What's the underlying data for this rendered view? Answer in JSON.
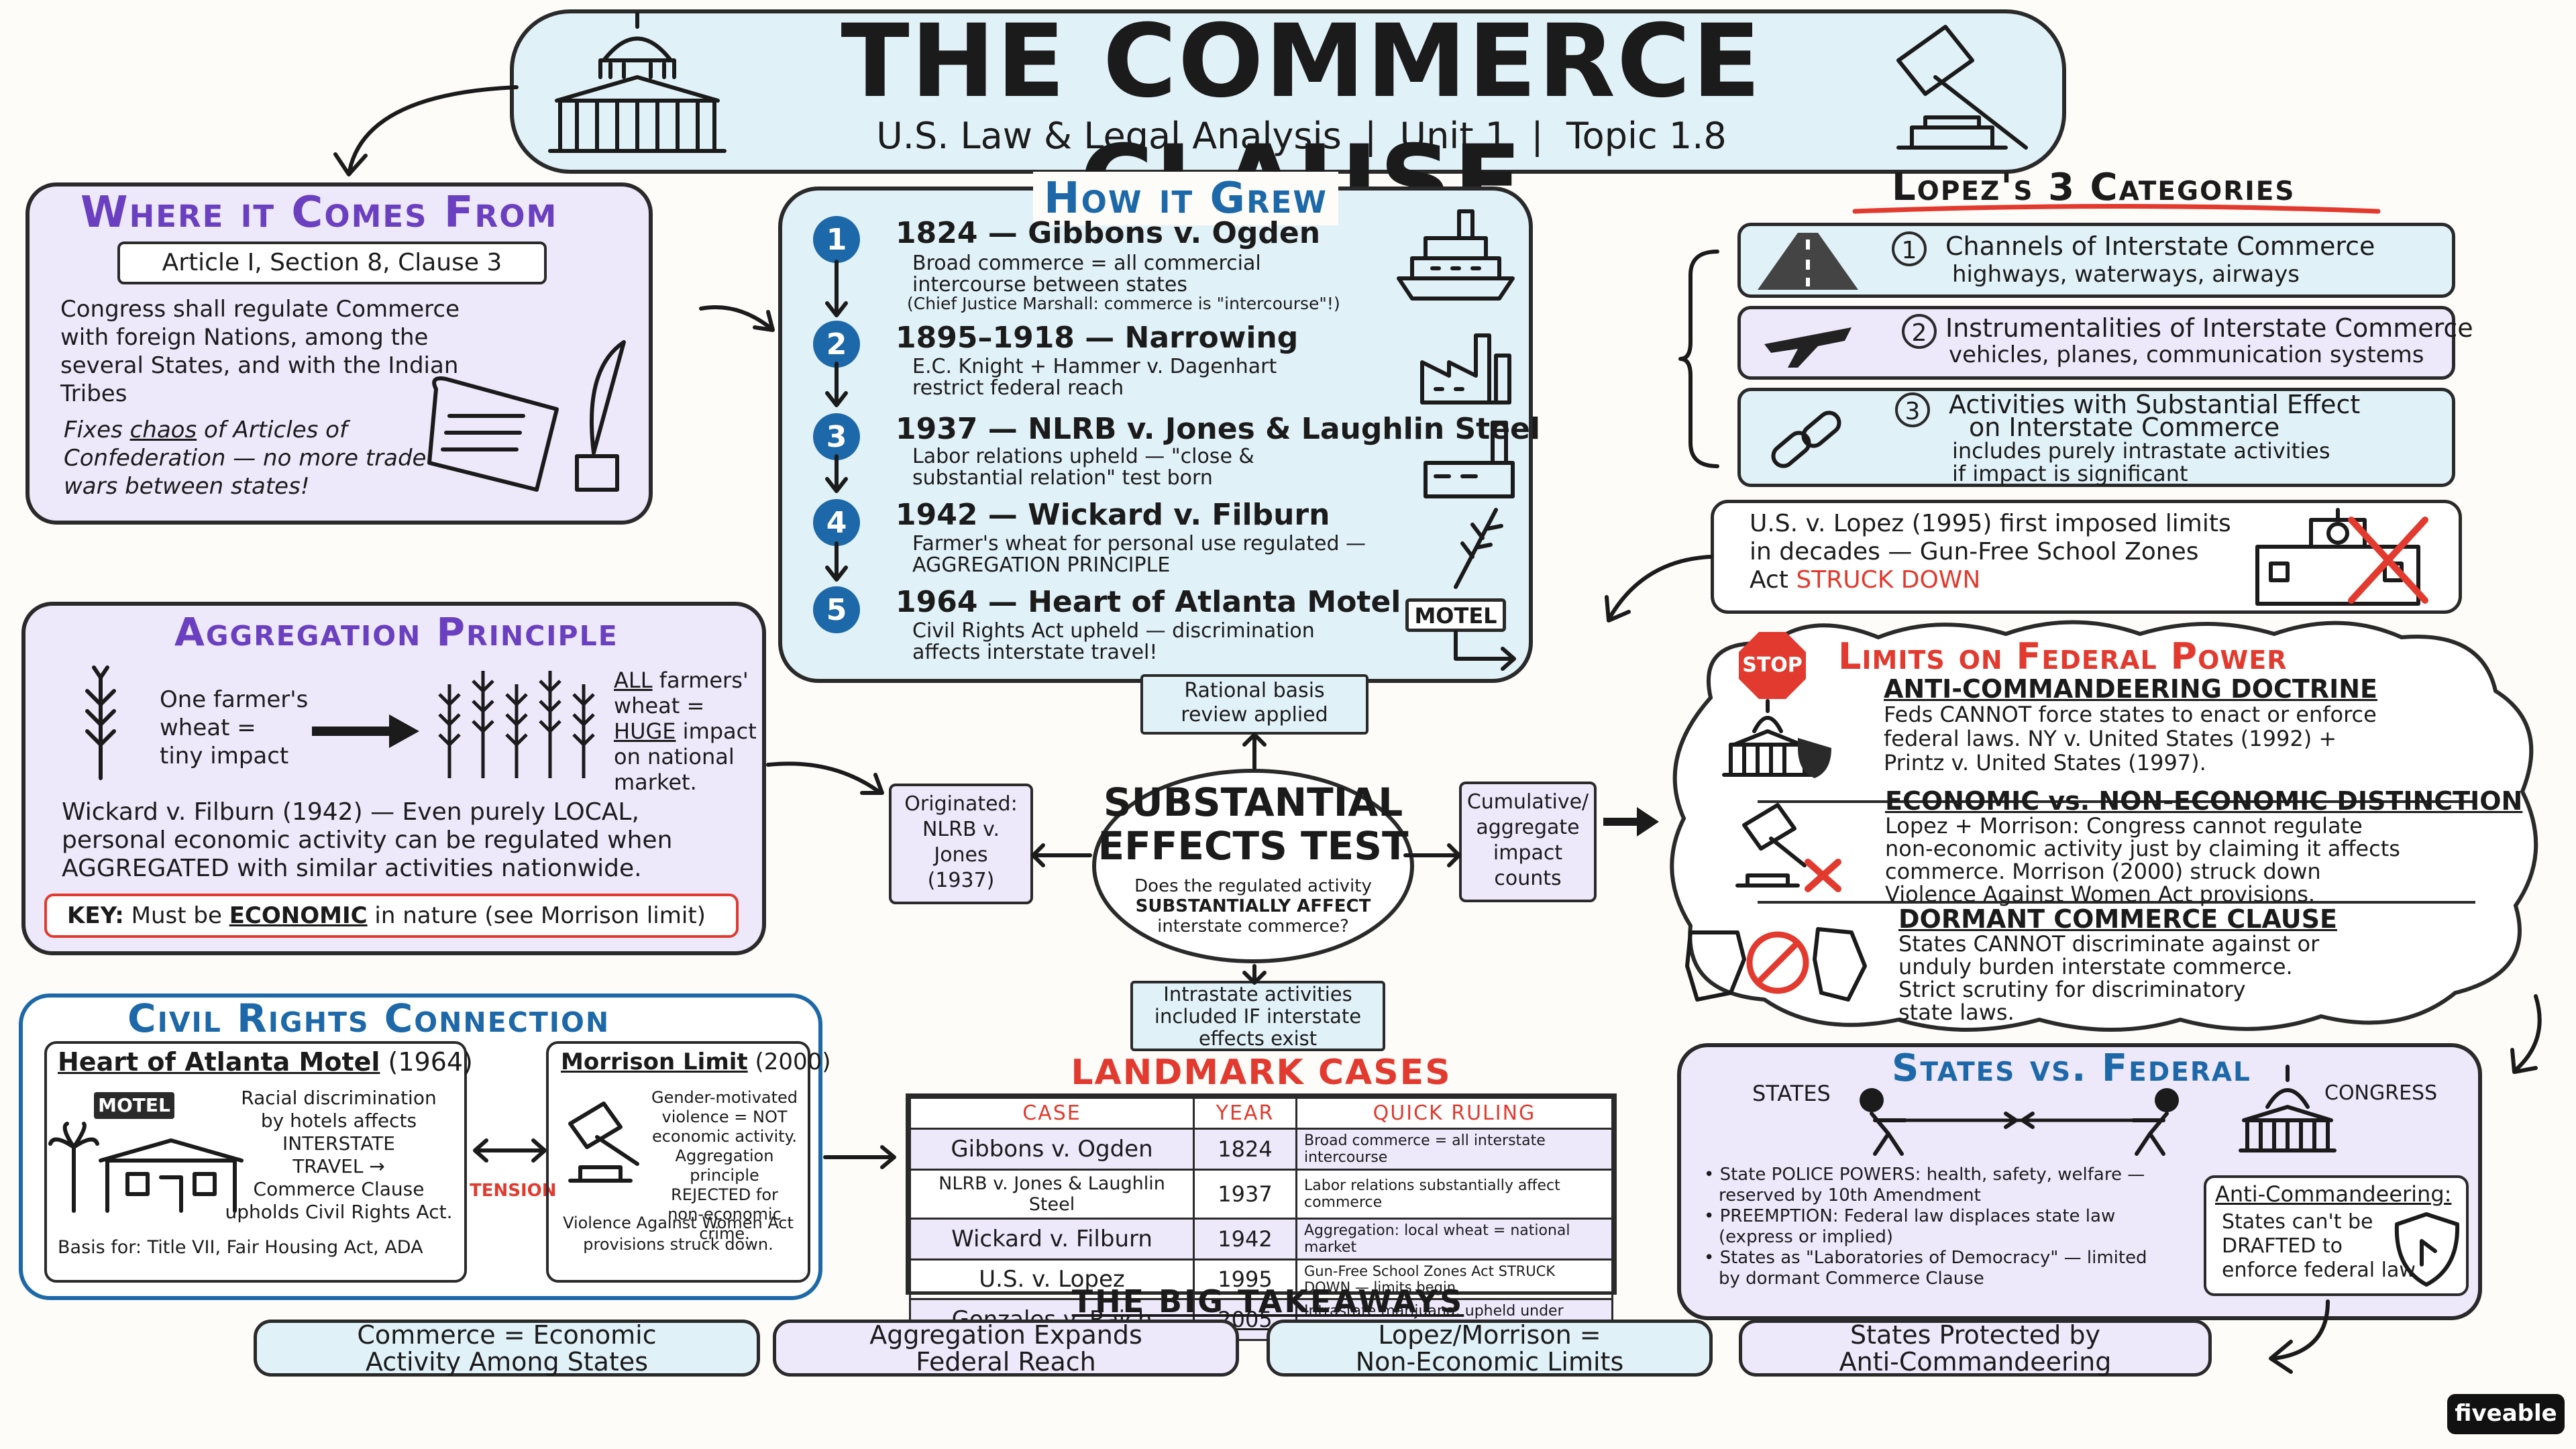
{
  "header": {
    "title": "THE COMMERCE CLAUSE",
    "subtitle": "U.S. Law & Legal Analysis  |  Unit 1  |  Topic 1.8"
  },
  "where": {
    "title": "Where it Comes From",
    "citation": "Article I, Section 8, Clause 3",
    "quote": "Congress shall regulate Commerce with foreign Nations, among the several States, and with the Indian Tribes",
    "note_pre": "Fixes ",
    "note_link": "chaos",
    "note_post": " of Articles of Confederation — no more trade wars between states!"
  },
  "grew": {
    "title": "How it Grew",
    "items": [
      {
        "num": "1",
        "head": "1824 — Gibbons v. Ogden",
        "line1": "Broad commerce = all commercial",
        "line2": "intercourse between states",
        "line3": "(Chief Justice Marshall: commerce is \"intercourse\"!)"
      },
      {
        "num": "2",
        "head": "1895–1918 — Narrowing",
        "line1": "E.C. Knight + Hammer v. Dagenhart",
        "line2": "restrict federal reach",
        "line3": ""
      },
      {
        "num": "3",
        "head": "1937 — NLRB v. Jones & Laughlin Steel",
        "line1": "Labor relations upheld — \"close &",
        "line2": "substantial relation\" test born",
        "line3": ""
      },
      {
        "num": "4",
        "head": "1942 — Wickard v. Filburn",
        "line1": "Farmer's wheat for personal use regulated —",
        "line2": "AGGREGATION PRINCIPLE",
        "line3": ""
      },
      {
        "num": "5",
        "head": "1964 — Heart of Atlanta Motel",
        "line1": "Civil Rights Act upheld — discrimination",
        "line2": "affects interstate travel!",
        "line3": ""
      }
    ],
    "motel_sign": "MOTEL"
  },
  "lopez": {
    "title": "Lopez's 3 Categories",
    "cats": [
      {
        "num": "1",
        "head": "Channels of Interstate Commerce",
        "sub": "highways, waterways, airways"
      },
      {
        "num": "2",
        "head": "Instrumentalities of Interstate Commerce",
        "sub": "vehicles, planes, communication systems"
      },
      {
        "num": "3",
        "head": "Activities with Substantial Effect",
        "head2": "on Interstate Commerce",
        "sub": "includes purely intrastate activities",
        "sub2": "if impact is significant"
      }
    ],
    "case_l1": "U.S. v. Lopez (1995) first imposed limits",
    "case_l2": "in decades — Gun-Free School Zones",
    "case_l3": "Act ",
    "case_struck": "STRUCK DOWN"
  },
  "aggregation": {
    "title": "Aggregation Principle",
    "one_l1": "One farmer's",
    "one_l2": "wheat =",
    "one_l3": "tiny impact",
    "all_l1": "ALL",
    "all_l1b": " farmers'",
    "all_l2": "wheat =",
    "all_l3": "HUGE",
    "all_l3b": " impact",
    "all_l4": "on national",
    "all_l5": "market.",
    "body_l1": "Wickard v. Filburn (1942) — Even purely LOCAL,",
    "body_l2": "personal economic activity can be regulated when",
    "body_l3": "AGGREGATED with similar activities nationwide.",
    "key_label": "KEY:",
    "key_pre": " Must be ",
    "key_em": "ECONOMIC",
    "key_post": " in nature (see Morrison limit)"
  },
  "test": {
    "title1": "SUBSTANTIAL",
    "title2": "EFFECTS TEST",
    "q1": "Does the regulated activity",
    "q2": "SUBSTANTIALLY AFFECT",
    "q3": "interstate commerce?",
    "top_l1": "Rational basis",
    "top_l2": "review applied",
    "left_l1": "Originated:",
    "left_l2": "NLRB v.",
    "left_l3": "Jones",
    "left_l4": "(1937)",
    "right_l1": "Cumulative/",
    "right_l2": "aggregate",
    "right_l3": "impact",
    "right_l4": "counts",
    "bottom_l1": "Intrastate activities",
    "bottom_l2": "included IF interstate",
    "bottom_l3": "effects exist"
  },
  "limits": {
    "stop": "STOP",
    "title": "Limits on Federal Power",
    "s1_head": "ANTI-COMMANDEERING DOCTRINE",
    "s1_l1": "Feds CANNOT force states to enact or enforce",
    "s1_l2": "federal laws. NY v. United States (1992) +",
    "s1_l3": "Printz v. United States (1997).",
    "s2_head": "ECONOMIC vs. NON-ECONOMIC DISTINCTION",
    "s2_l1": "Lopez + Morrison:  Congress cannot regulate",
    "s2_l2": "non-economic activity just by claiming it affects",
    "s2_l3": "commerce. Morrison (2000) struck down",
    "s2_l4": "Violence Against Women Act provisions.",
    "s3_head": "DORMANT COMMERCE CLAUSE",
    "s3_l1": "States CANNOT discriminate against or",
    "s3_l2": "unduly burden interstate commerce.",
    "s3_l3": "Strict scrutiny for discriminatory",
    "s3_l4": "state laws."
  },
  "civil": {
    "title": "Civil Rights Connection",
    "hoa_head": "Heart of Atlanta Motel",
    "hoa_year": " (1964)",
    "motel": "MOTEL",
    "hoa_l1": "Racial discrimination",
    "hoa_l2": "by hotels affects",
    "hoa_l3": "INTERSTATE",
    "hoa_l4": "TRAVEL →",
    "hoa_l5": "Commerce Clause",
    "hoa_l6": "upholds Civil Rights Act.",
    "hoa_basis": "Basis for: Title VII, Fair Housing Act, ADA",
    "tension": "TENSION",
    "mor_head": "Morrison Limit",
    "mor_year": " (2000)",
    "mor_l1": "Gender-motivated",
    "mor_l2": "violence = NOT",
    "mor_l3": "economic activity.",
    "mor_l4": "Aggregation principle",
    "mor_l5": "REJECTED for",
    "mor_l6": "non-economic crime.",
    "mor_l7": "Violence Against Women Act",
    "mor_l8": "provisions struck down."
  },
  "landmark": {
    "title": "LANDMARK CASES",
    "columns": [
      "CASE",
      "YEAR",
      "QUICK RULING"
    ],
    "rows": [
      [
        "Gibbons v. Ogden",
        "1824",
        "Broad commerce = all interstate intercourse"
      ],
      [
        "NLRB v. Jones & Laughlin Steel",
        "1937",
        "Labor relations substantially affect commerce"
      ],
      [
        "Wickard v. Filburn",
        "1942",
        "Aggregation: local wheat = national market"
      ],
      [
        "U.S. v. Lopez",
        "1995",
        "Gun-Free School Zones Act STRUCK DOWN — limits begin"
      ],
      [
        "Gonzales v. Raich",
        "2005",
        "Intrastate marijuana: upheld under aggregation"
      ]
    ]
  },
  "states": {
    "title": "States vs. Federal",
    "states_label": "STATES",
    "congress_label": "CONGRESS",
    "b1": "• State POLICE POWERS: health, safety, welfare —",
    "b1b": "reserved by 10th Amendment",
    "b2": "• PREEMPTION: Federal law displaces state law",
    "b2b": "(express or implied)",
    "b3": "• States as \"Laboratories of Democracy\" — limited",
    "b3b": "by dormant Commerce Clause",
    "anti_head": "Anti-Commandeering:",
    "anti_l1": "States can't be",
    "anti_l2": "DRAFTED to",
    "anti_l3": "enforce federal law"
  },
  "takeaways": {
    "title": "THE BIG TAKEAWAYS",
    "items": [
      {
        "l1": "Commerce = Economic",
        "l2": "Activity Among States"
      },
      {
        "l1": "Aggregation Expands",
        "l2": "Federal Reach"
      },
      {
        "l1": "Lopez/Morrison =",
        "l2": "Non-Economic Limits"
      },
      {
        "l1": "States Protected by",
        "l2": "Anti-Commandeering"
      }
    ]
  },
  "brand": "fiveable",
  "colors": {
    "purple": "#6a3fc0",
    "blue": "#1d68a8",
    "red": "#e23a2e",
    "panel_purple": "#eee8fb",
    "panel_blue": "#e1f1f8"
  }
}
